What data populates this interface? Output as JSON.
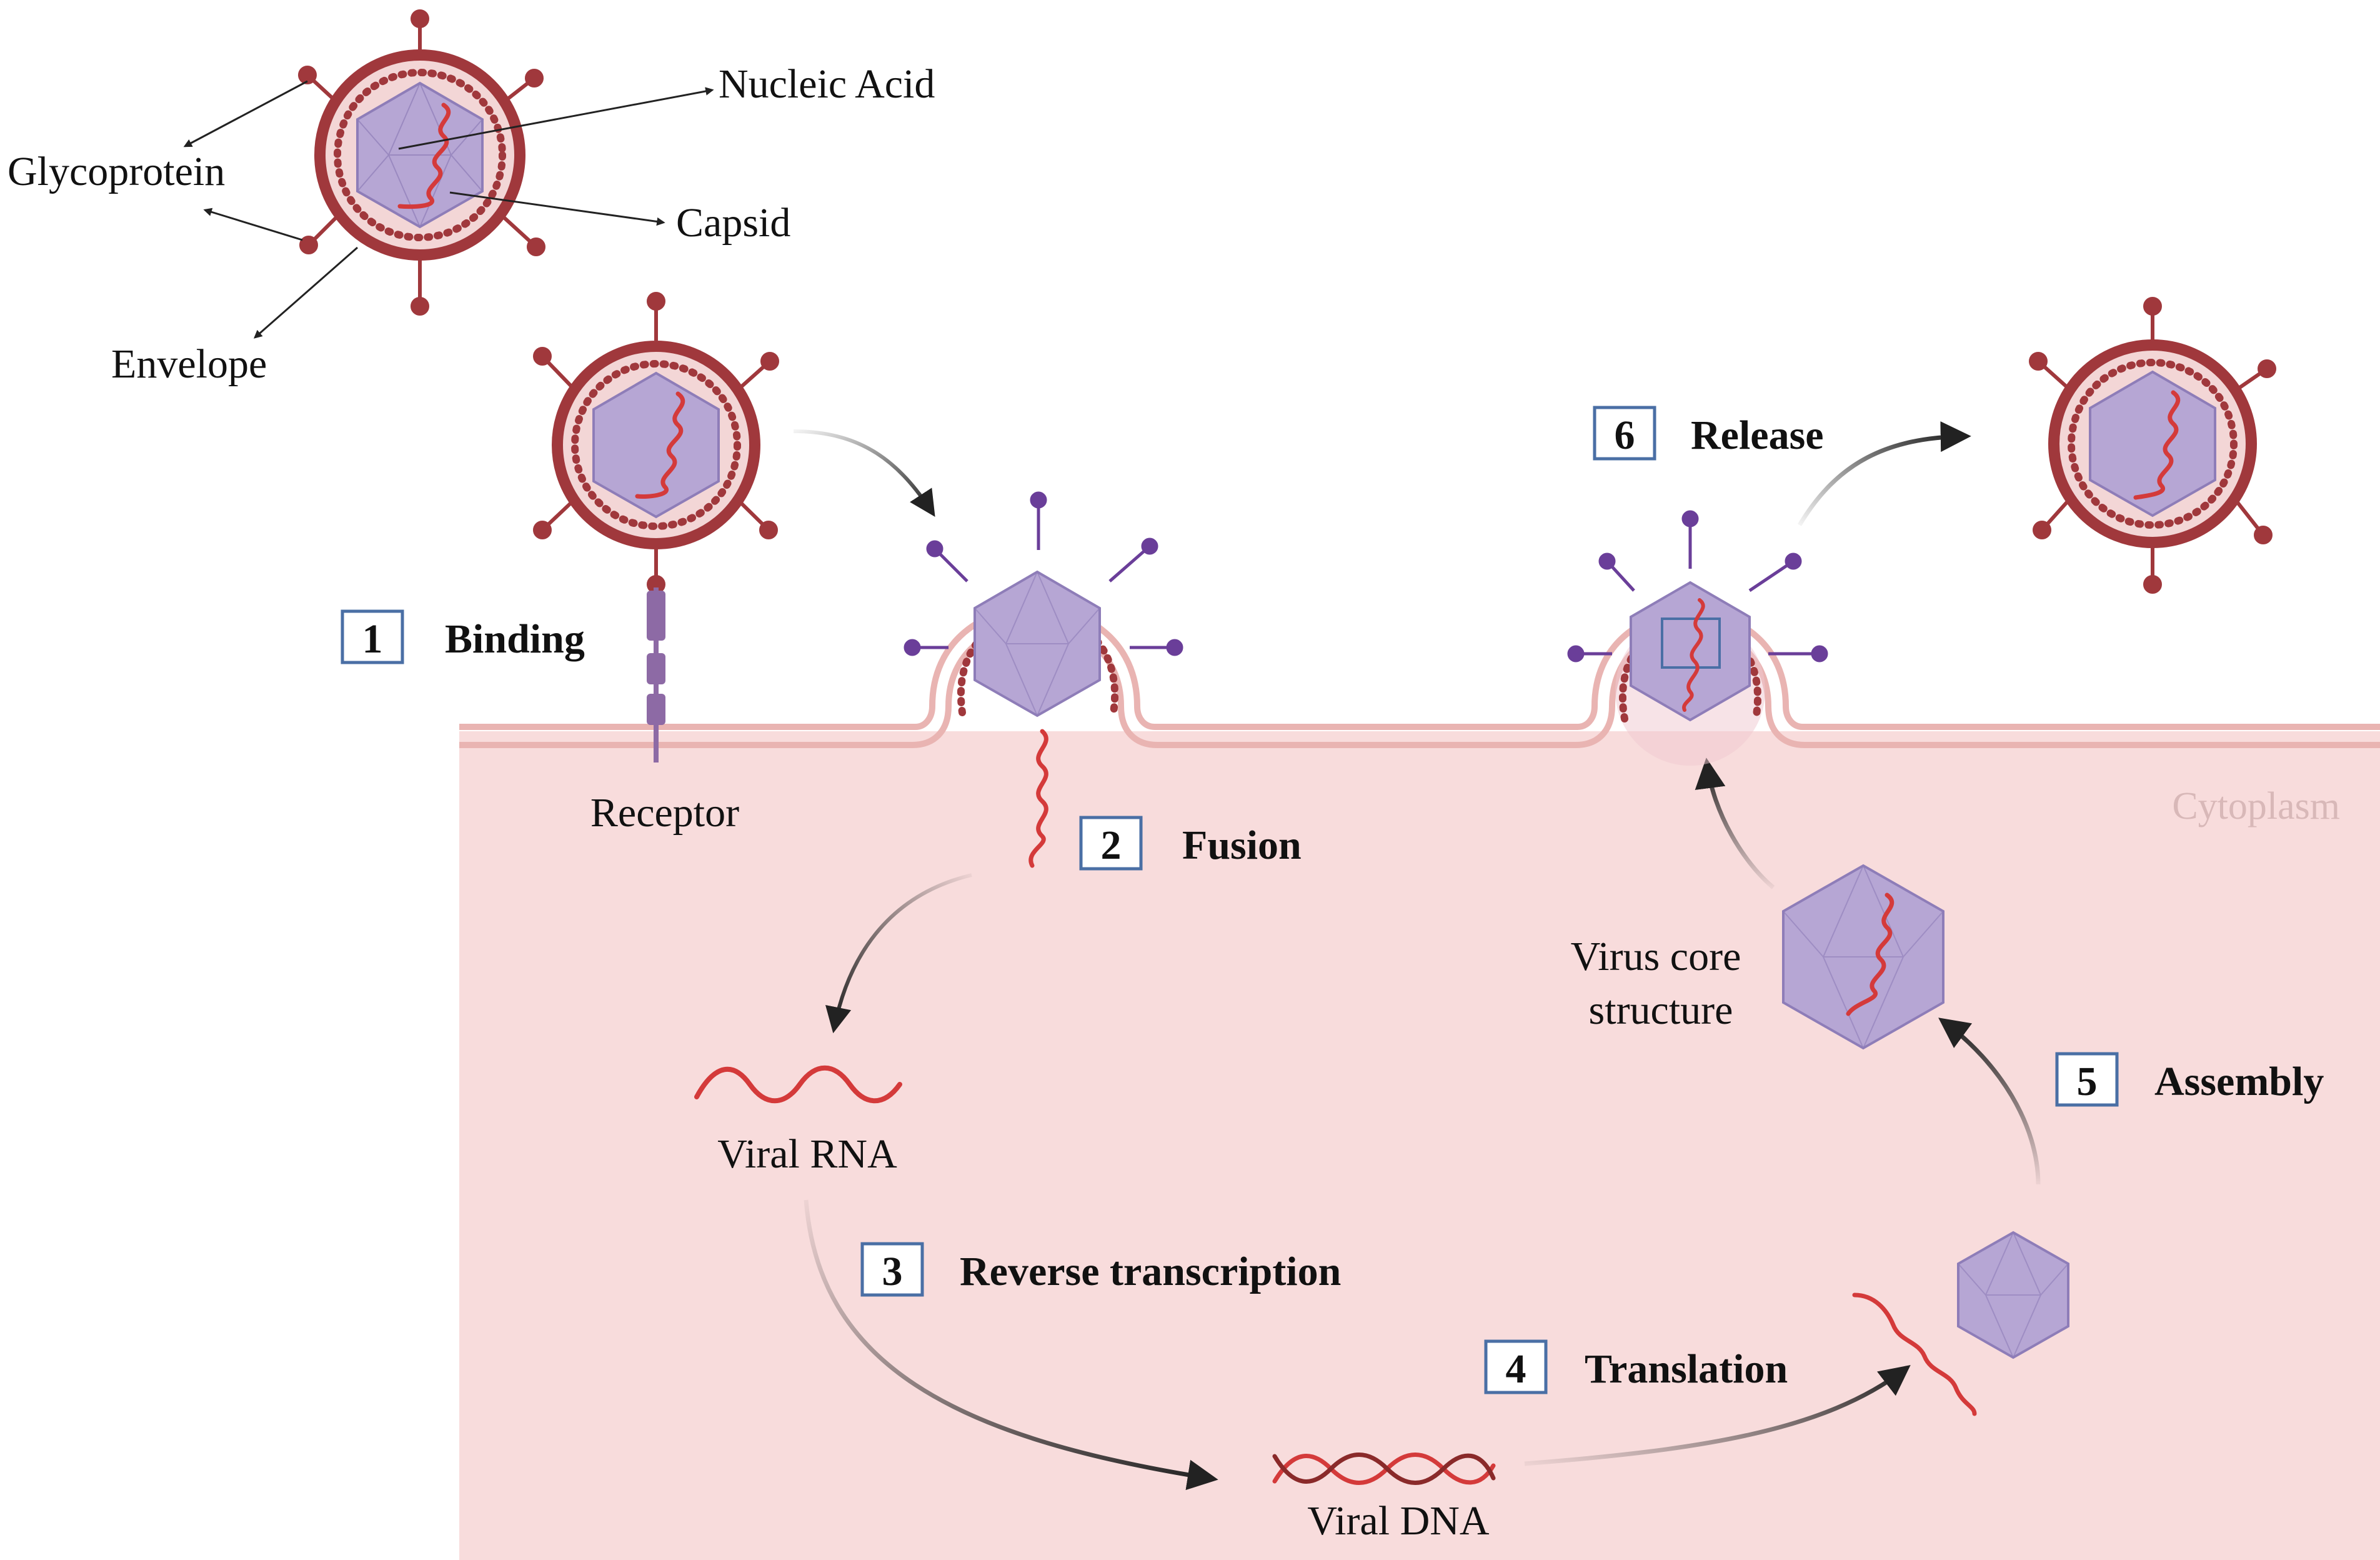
{
  "labels": {
    "nucleic_acid": "Nucleic Acid",
    "glycoprotein": "Glycoprotein",
    "capsid": "Capsid",
    "envelope": "Envelope",
    "receptor": "Receptor",
    "cytoplasm": "Cytoplasm",
    "viral_rna": "Viral RNA",
    "viral_dna": "Viral DNA",
    "virus_core_line1": "Virus core",
    "virus_core_line2": "structure"
  },
  "steps": [
    {
      "number": "1",
      "title": "Binding"
    },
    {
      "number": "2",
      "title": "Fusion"
    },
    {
      "number": "3",
      "title": "Reverse transcription"
    },
    {
      "number": "4",
      "title": "Translation"
    },
    {
      "number": "5",
      "title": "Assembly"
    },
    {
      "number": "6",
      "title": "Release"
    }
  ],
  "colors": {
    "cytoplasm": "#f8dcdc",
    "membrane": "#e9b4b2",
    "envelope": "#a0383c",
    "capsid": "#b6a6d4",
    "rna": "#d43a3a",
    "receptor": "#8d6aa5",
    "step_box": "#4a6fa5"
  }
}
